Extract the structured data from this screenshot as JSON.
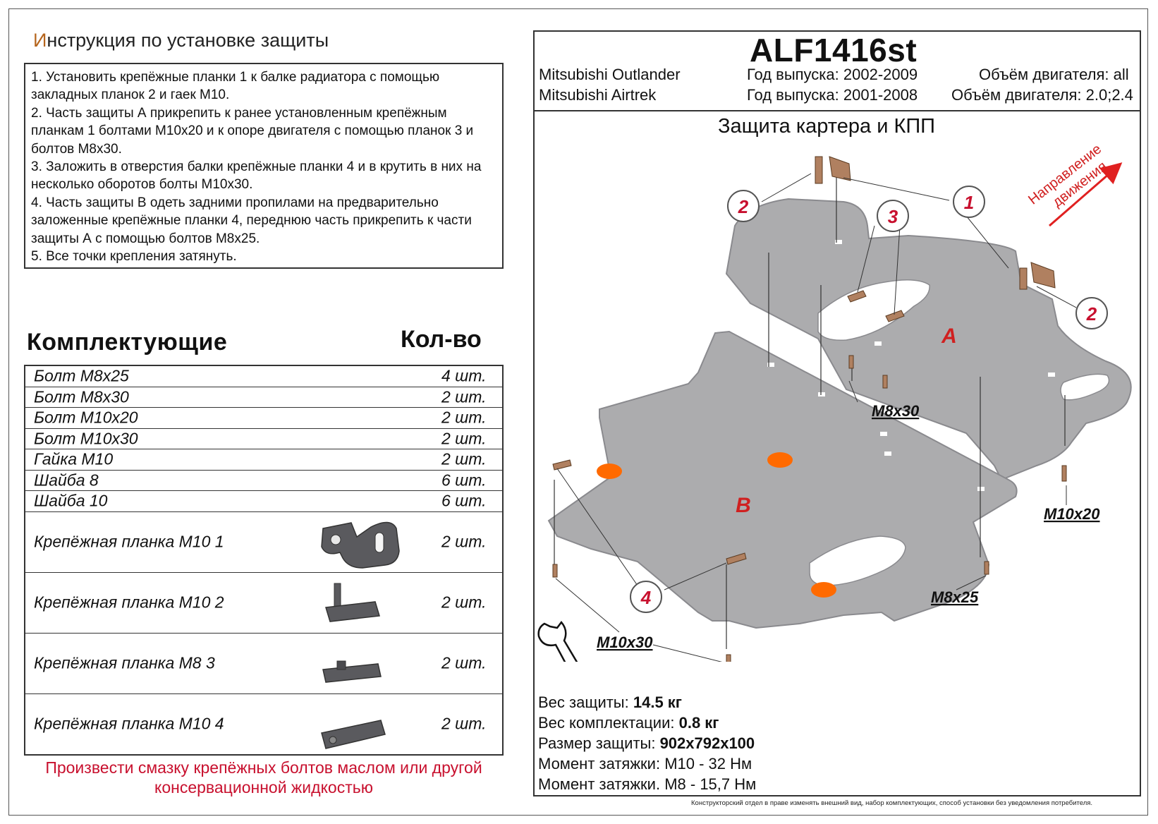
{
  "instructions": {
    "title_first": "И",
    "title_rest": "нструкция по установке защиты",
    "steps": [
      "1.   Установить крепёжные планки 1 к балке радиатора с помощью закладных планок 2 и гаек М10.",
      "2.   Часть защиты А прикрепить к ранее установленным крепёжным планкам 1 болтами М10х20 и к опоре двигателя с помощью планок 3 и болтов М8х30.",
      "3.   Заложить в отверстия балки крепёжные планки 4 и в крутить в них на несколько оборотов болты М10х30.",
      "4.   Часть защиты В одеть задними пропилами на предварительно заложенные крепёжные планки 4, переднюю часть прикрепить к части защиты А с помощью болтов М8х25.",
      "5.   Все точки крепления затянуть."
    ]
  },
  "components": {
    "title": "Комплектующие",
    "qty_title": "Кол-во",
    "items": [
      {
        "name": "Болт М8х25",
        "qty": "4 шт."
      },
      {
        "name": "Болт М8х30",
        "qty": "2 шт."
      },
      {
        "name": "Болт М10х20",
        "qty": "2 шт."
      },
      {
        "name": "Болт М10х30",
        "qty": "2 шт."
      },
      {
        "name": "Гайка М10",
        "qty": "2 шт."
      },
      {
        "name": "Шайба 8",
        "qty": "6 шт."
      },
      {
        "name": "Шайба 10",
        "qty": "6 шт."
      }
    ],
    "plates": [
      {
        "name": "Крепёжная планка М10 1",
        "qty": "2 шт.",
        "icon": "bracket-plate-1-icon"
      },
      {
        "name": "Крепёжная планка М10 2",
        "qty": "2 шт.",
        "icon": "bracket-plate-2-icon"
      },
      {
        "name": "Крепёжная планка М8 3",
        "qty": "2 шт.",
        "icon": "bracket-plate-3-icon"
      },
      {
        "name": "Крепёжная планка М10 4",
        "qty": "2 шт.",
        "icon": "bracket-plate-4-icon"
      }
    ]
  },
  "warning": "Произвести смазку крепёжных болтов маслом или другой консервационной жидкостью",
  "header": {
    "model": "ALF1416st",
    "cars": [
      {
        "name": "Mitsubishi Outlander",
        "year": "Год выпуска: 2002-2009",
        "engine": "Объём двигателя: all"
      },
      {
        "name": "Mitsubishi Airtrek",
        "year": "Год выпуска: 2001-2008",
        "engine": "Объём двигателя: 2.0;2.4"
      }
    ]
  },
  "diagram": {
    "title": "Защита картера и КПП",
    "direction_line1": "Направление",
    "direction_line2": "движения",
    "part_a": "A",
    "part_b": "B",
    "callouts": [
      "1",
      "2",
      "2",
      "3",
      "4"
    ],
    "bolt_labels": [
      "M8x30",
      "M10x20",
      "M8x25",
      "M10x30"
    ],
    "colors": {
      "plate": "#a9a9ab",
      "plate_edge": "#8d8d90",
      "callout": "#c8102e",
      "accent": "#ff6a00"
    }
  },
  "specs": [
    {
      "label": "Вес защиты: ",
      "value": "14.5 кг"
    },
    {
      "label": "Вес комплектации: ",
      "value": "0.8 кг"
    },
    {
      "label": "Размер защиты: ",
      "value": "902x792x100"
    },
    {
      "label": "Момент затяжки:  ",
      "value": "М10 - 32 Нм"
    },
    {
      "label": "Момент затяжки.  ",
      "value": "М8 - 15,7 Нм"
    }
  ],
  "disclaimer": "Конструкторский отдел в праве изменять внешний вид, набор комплектующих, способ установки без уведомления потребителя."
}
